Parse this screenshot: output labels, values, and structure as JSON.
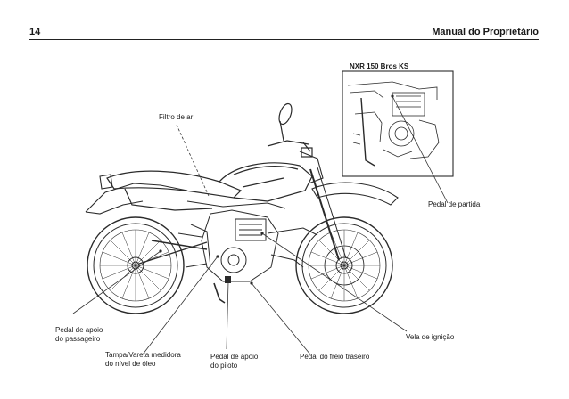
{
  "header": {
    "page_number": "14",
    "title": "Manual do Proprietário"
  },
  "inset": {
    "title": "NXR 150 Bros KS"
  },
  "callouts": {
    "air_filter": "Filtro de ar",
    "kick_starter": "Pedal de partida",
    "passenger_footrest": [
      "Pedal de apoio",
      "do passageiro"
    ],
    "oil_dipstick": [
      "Tampa/Vareta medidora",
      "do nível de óleo"
    ],
    "rider_footrest": [
      "Pedal de apoio",
      "do piloto"
    ],
    "rear_brake_pedal": "Pedal do freio traseiro",
    "spark_plug": "Vela de ignição"
  }
}
